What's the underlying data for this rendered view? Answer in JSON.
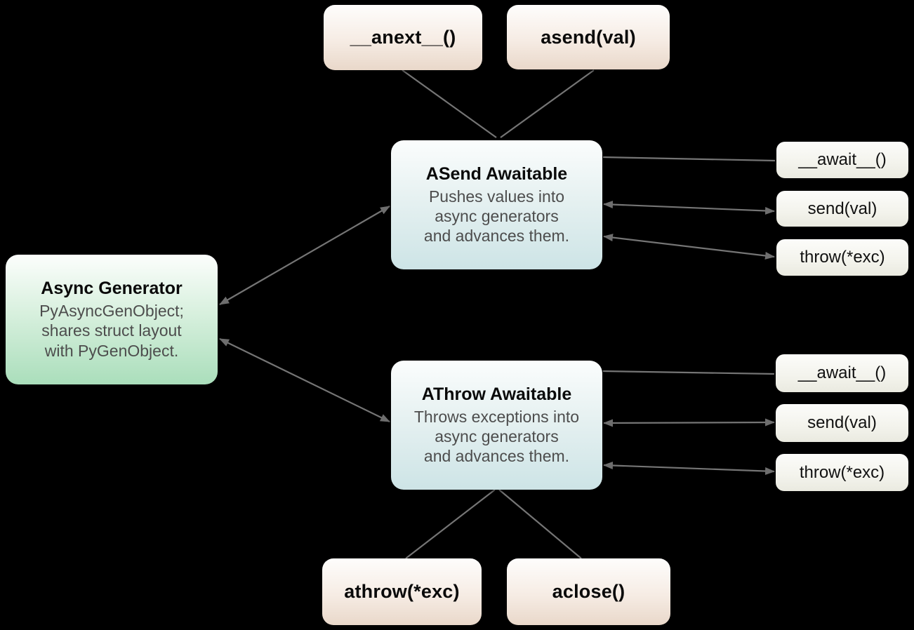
{
  "canvas": {
    "background": "#000000",
    "connector_color": "#757575"
  },
  "colors": {
    "method_box_top": "#fefdfc",
    "method_box_bottom": "#e9d8ca",
    "generator_box_top": "#fcfefc",
    "generator_box_bottom": "#aadebb",
    "awaitable_box_top": "#fbfdfd",
    "awaitable_box_bottom": "#cde4e6",
    "small_box_top": "#fcfcfa",
    "small_box_bottom": "#eaeae0",
    "title_text": "#0a0a0a",
    "body_text": "#4d4d4d"
  },
  "nodes": {
    "anext": {
      "label": "__anext__()"
    },
    "asend": {
      "label": "asend(val)"
    },
    "asend_awaitable": {
      "title": "ASend Awaitable",
      "description": "Pushes values into\nasync generators\nand advances them."
    },
    "async_generator": {
      "title": "Async Generator",
      "description": "PyAsyncGenObject;\nshares struct layout\nwith PyGenObject."
    },
    "athrow_awaitable": {
      "title": "AThrow Awaitable",
      "description": "Throws exceptions into\nasync generators\nand advances them."
    },
    "athrow_call": {
      "label": "athrow(*exc)"
    },
    "aclose": {
      "label": "aclose()"
    },
    "asend_methods": [
      {
        "label": "__await__()"
      },
      {
        "label": "send(val)"
      },
      {
        "label": "throw(*exc)"
      }
    ],
    "athrow_methods": [
      {
        "label": "__await__()"
      },
      {
        "label": "send(val)"
      },
      {
        "label": "throw(*exc)"
      }
    ]
  },
  "edges": [
    {
      "from": "anext",
      "to": "asend_awaitable",
      "arrows": "none"
    },
    {
      "from": "asend",
      "to": "asend_awaitable",
      "arrows": "none"
    },
    {
      "from": "asend_awaitable",
      "to": "await_1",
      "arrows": "none"
    },
    {
      "from": "asend_awaitable",
      "to": "send_1",
      "arrows": "both"
    },
    {
      "from": "asend_awaitable",
      "to": "throw_1",
      "arrows": "both"
    },
    {
      "from": "async_generator",
      "to": "asend_awaitable",
      "arrows": "both"
    },
    {
      "from": "async_generator",
      "to": "athrow_awaitable",
      "arrows": "both"
    },
    {
      "from": "athrow_awaitable",
      "to": "await_2",
      "arrows": "none"
    },
    {
      "from": "athrow_awaitable",
      "to": "send_2",
      "arrows": "both"
    },
    {
      "from": "athrow_awaitable",
      "to": "throw_2",
      "arrows": "both"
    },
    {
      "from": "athrow_awaitable",
      "to": "athrow_call",
      "arrows": "none"
    },
    {
      "from": "athrow_awaitable",
      "to": "aclose",
      "arrows": "none"
    }
  ]
}
